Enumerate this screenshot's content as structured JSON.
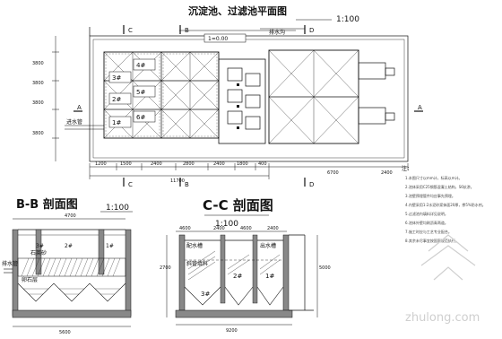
{
  "plan": {
    "title": "沉淀池、过滤池平面图",
    "scale": "1:100",
    "elevation": "1=0.00",
    "pipe_label": "排水沟",
    "clarifier_label": "进水管",
    "cell_labels": [
      "4#",
      "3#",
      "5#",
      "2#",
      "6#",
      "1#"
    ],
    "section_marks": [
      "C",
      "B",
      "D",
      "C",
      "B",
      "D",
      "A",
      "A"
    ],
    "left_dims": [
      "3800",
      "3800",
      "3800",
      "3800"
    ],
    "bottom_dims": [
      "1200",
      "1500",
      "2400",
      "2800",
      "2400",
      "1800",
      "400"
    ],
    "total_dim": "11700",
    "right_dims": [
      "6700",
      "2400"
    ]
  },
  "section_bb": {
    "title": "B-B 剖面图",
    "scale": "1:100",
    "top_dim": "4700",
    "labels": [
      "3#",
      "2#",
      "1#",
      "石英砂",
      "卵石层"
    ],
    "bottom_dim": "5600",
    "left_label": "排水管"
  },
  "section_cc": {
    "title": "C-C 剖面图",
    "scale": "1:100",
    "top_dims": [
      "4600",
      "2400",
      "4600",
      "2400"
    ],
    "cell_labels": [
      "3#",
      "2#",
      "1#"
    ],
    "labels": [
      "斜管填料",
      "配水槽",
      "出水槽"
    ],
    "bottom_dim": "9200",
    "height_dims": [
      "2700",
      "5000"
    ]
  },
  "notes": {
    "heading": "注：",
    "lines": [
      "1.本图尺寸以mm计，标高以m计。",
      "2.池体采用C25钢筋混凝土结构，S6抗渗。",
      "3.池壁预埋管件均应事先预埋。",
      "4.内壁采用1:2水泥砂浆抹面20厚，掺5%防水剂。",
      "5.过滤池内填料详见说明。",
      "6.池体外壁均刷沥青两道。",
      "7.施工时应与工艺专业配合。",
      "8.其余未尽事宜按国家规范执行。"
    ]
  },
  "watermark": "zhulong.com"
}
